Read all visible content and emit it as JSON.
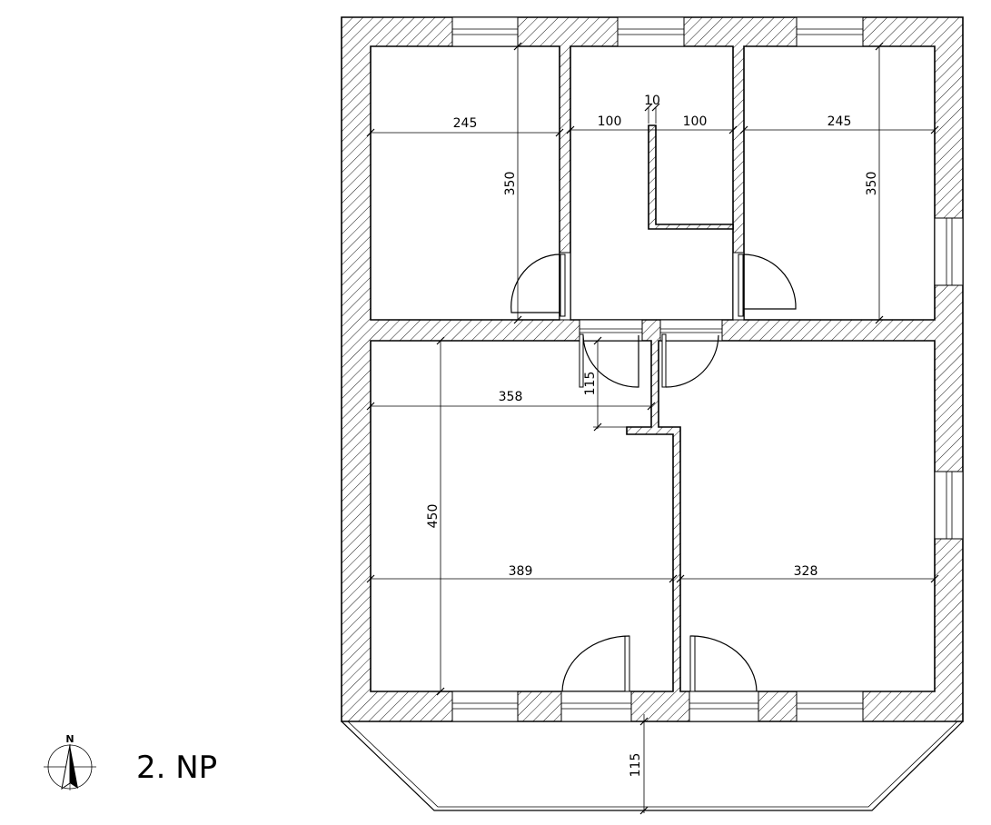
{
  "title": "2. NP",
  "north_label": "N",
  "dimensions": {
    "room_nw_width": "245",
    "room_nw_height": "350",
    "bath_left_width": "100",
    "bath_right_width": "100",
    "partition_thickness": "10",
    "room_ne_width": "245",
    "room_ne_height": "350",
    "hall_depth": "115",
    "room_sw_upper_width": "358",
    "room_sw_height": "450",
    "room_sw_width": "389",
    "room_se_width": "328",
    "balcony_depth": "115"
  }
}
